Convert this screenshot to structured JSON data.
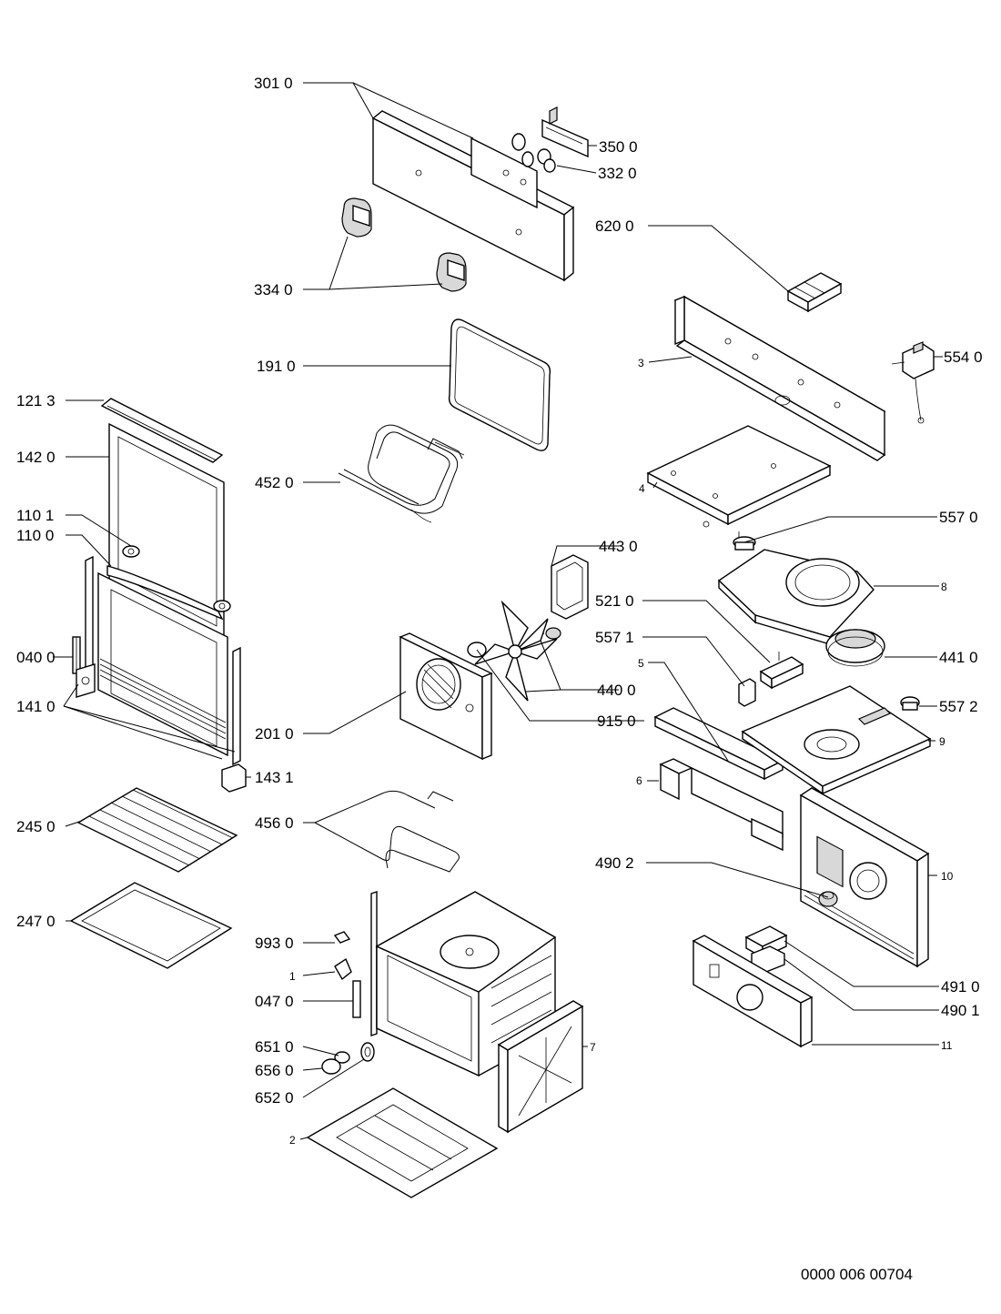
{
  "labels": {
    "l3010": "301 0",
    "l3500": "350 0",
    "l3320": "332 0",
    "l6200": "620 0",
    "l3340": "334 0",
    "l1910": "191 0",
    "l3": "3",
    "l5540": "554 0",
    "l1213": "121 3",
    "l1420": "142 0",
    "l4520": "452 0",
    "l4": "4",
    "l1101": "110 1",
    "l1100": "110 0",
    "l5570": "557 0",
    "l4430": "443 0",
    "l8": "8",
    "l5210": "521 0",
    "l5571": "557 1",
    "l0400": "040 0",
    "l4410": "441 0",
    "l5": "5",
    "l1410": "141 0",
    "l4400": "440 0",
    "l5572": "557 2",
    "l9150": "915 0",
    "l2010": "201 0",
    "l9": "9",
    "l1431": "143 1",
    "l6": "6",
    "l2450": "245 0",
    "l4560": "456 0",
    "l4902": "490 2",
    "l10": "10",
    "l2470": "247 0",
    "l9930": "993 0",
    "l1": "1",
    "l4910": "491 0",
    "l0470": "047 0",
    "l4901": "490 1",
    "l6510": "651 0",
    "l7": "7",
    "l11": "11",
    "l6560": "656 0",
    "l6520": "652 0",
    "l2": "2"
  },
  "footer": {
    "code": "0000 006 00704"
  }
}
